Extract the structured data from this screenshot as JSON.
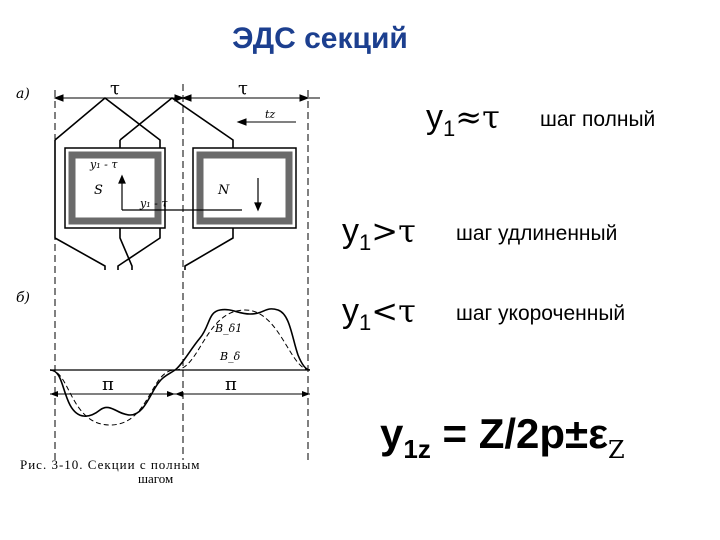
{
  "title": "ЭДС секций",
  "figure": {
    "label_a": "а)",
    "label_b": "б)",
    "tau1": "τ",
    "tau2": "τ",
    "tz": "tz",
    "y1_tau": "y₁ - τ",
    "y1_tau_2": "y₁ - τ",
    "pole_s": "S",
    "pole_n": "N",
    "b_delta1": "B_δ1",
    "b_delta": "B_δ",
    "pi1": "π",
    "pi2": "π",
    "caption_line1": "Рис. 3-10. Секции с полным",
    "caption_line2": "шагом"
  },
  "conditions": [
    {
      "sym": "y",
      "sub": "1",
      "op": "≈τ",
      "text": "шаг полный"
    },
    {
      "sym": "y",
      "sub": "1",
      "op": ">τ",
      "text": "шаг удлиненный"
    },
    {
      "sym": "y",
      "sub": "1",
      "op": "<τ",
      "text": "шаг  укороченный"
    }
  ],
  "formula": {
    "main": "y",
    "sub1": "1z",
    "rest": " = Z/2p±ε",
    "sub2": "Z"
  }
}
